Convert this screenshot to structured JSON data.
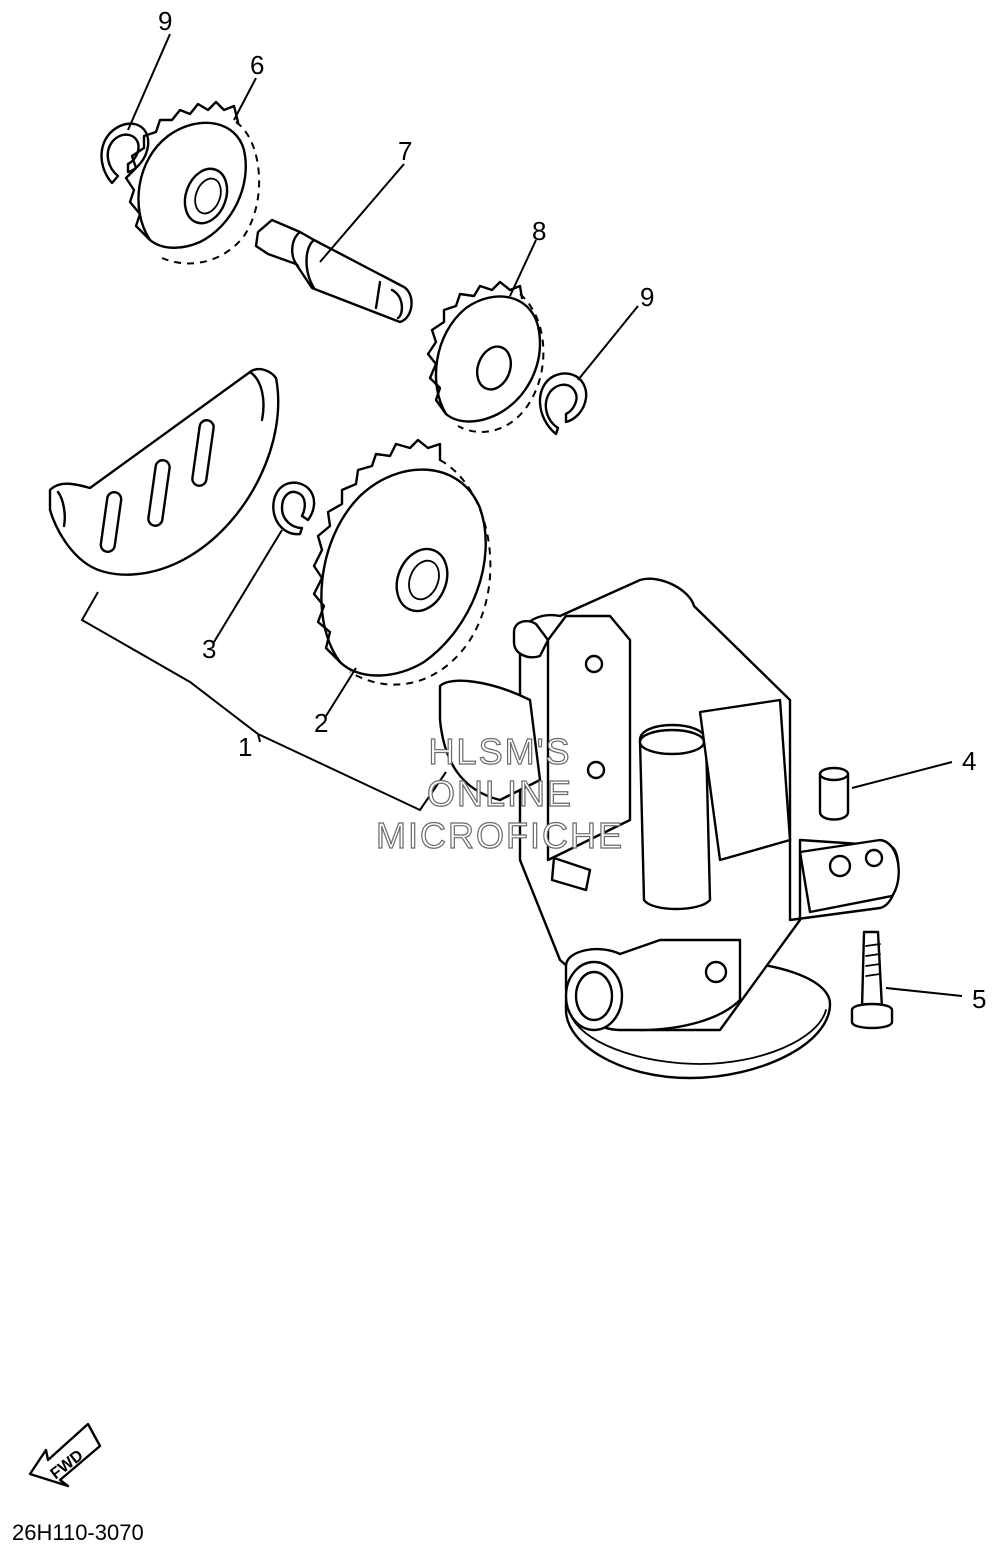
{
  "callouts": {
    "c1": "1",
    "c2": "2",
    "c3": "3",
    "c4": "4",
    "c5": "5",
    "c6": "6",
    "c7": "7",
    "c8": "8",
    "c9a": "9",
    "c9b": "9"
  },
  "watermark": {
    "line1": "HLSM'S",
    "line2": "ONLINE",
    "line3": "MICROFICHE"
  },
  "direction_arrow": "FWD",
  "drawing_code": "26H110-3070"
}
